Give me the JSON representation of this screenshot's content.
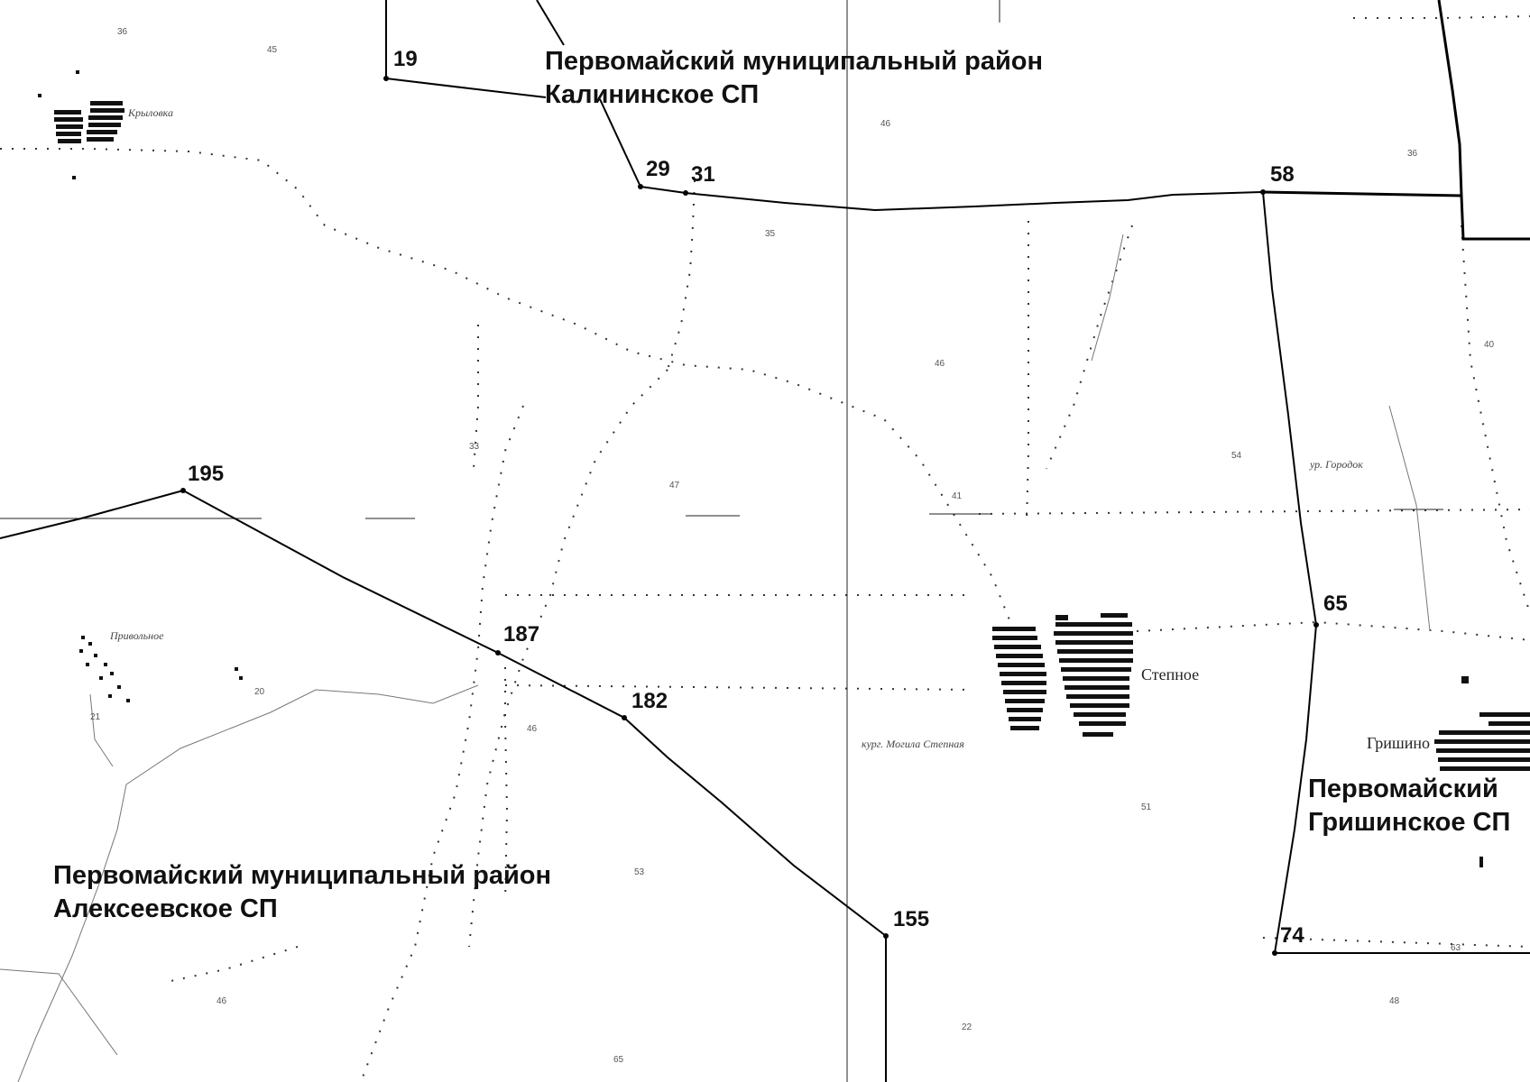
{
  "points": [
    {
      "id": "19",
      "label": "19"
    },
    {
      "id": "29",
      "label": "29"
    },
    {
      "id": "31",
      "label": "31"
    },
    {
      "id": "58",
      "label": "58"
    },
    {
      "id": "195",
      "label": "195"
    },
    {
      "id": "187",
      "label": "187"
    },
    {
      "id": "182",
      "label": "182"
    },
    {
      "id": "155",
      "label": "155"
    },
    {
      "id": "65",
      "label": "65"
    },
    {
      "id": "74",
      "label": "74"
    }
  ],
  "areas": {
    "kalininskoe": {
      "line1": "Первомайский муниципальный район",
      "line2": "Калининское СП"
    },
    "alekseevskoe": {
      "line1": "Первомайский муниципальный район",
      "line2": "Алексеевское СП"
    },
    "grishinskoe": {
      "line1": "Первомайский",
      "line2": "Гришинское СП"
    }
  },
  "places": {
    "krylovka": "Крыловка",
    "stepnoe": "Степное",
    "grishino": "Гришино",
    "privolnoe": "Привольное",
    "kurgan": "кург. Могила Степная",
    "ur_gorodok": "ур. Городок"
  },
  "elevations": [
    "36",
    "45",
    "36",
    "35",
    "46",
    "33",
    "41",
    "47",
    "40",
    "20",
    "51",
    "21",
    "46",
    "53",
    "54",
    "22",
    "46",
    "65",
    "63",
    "48",
    "46"
  ]
}
